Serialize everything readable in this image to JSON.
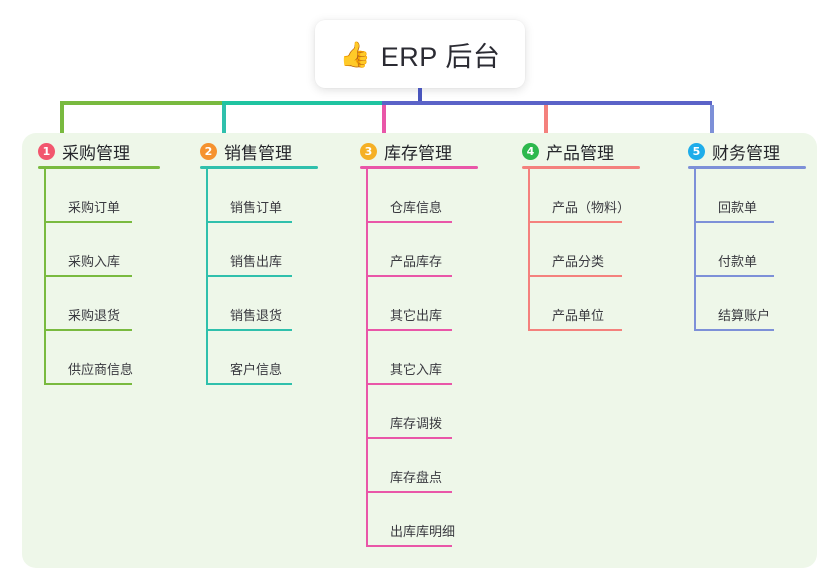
{
  "root": {
    "icon": "thumbs-up-icon",
    "emoji": "👍",
    "title": "ERP 后台"
  },
  "palette": {
    "page_background": "#ffffff",
    "panel_background": "#eef7e9",
    "trunk": "#4a56bd",
    "bus_green": "#79ba3f",
    "bus_teal": "#1fc4a1",
    "bus_blue": "#5b63c8"
  },
  "columns": [
    {
      "number": "1",
      "title": "采购管理",
      "badge_color": "#f2566e",
      "line_color": "#79ba3f",
      "rule_width": 122,
      "leaf_width": 88,
      "items": [
        {
          "label": "采购订单"
        },
        {
          "label": "采购入库"
        },
        {
          "label": "采购退货"
        },
        {
          "label": "供应商信息"
        }
      ]
    },
    {
      "number": "2",
      "title": "销售管理",
      "badge_color": "#f5922f",
      "line_color": "#2fc0ac",
      "rule_width": 118,
      "leaf_width": 86,
      "items": [
        {
          "label": "销售订单"
        },
        {
          "label": "销售出库"
        },
        {
          "label": "销售退货"
        },
        {
          "label": "客户信息"
        }
      ]
    },
    {
      "number": "3",
      "title": "库存管理",
      "badge_color": "#f5b025",
      "line_color": "#e956a8",
      "rule_width": 118,
      "leaf_width": 86,
      "items": [
        {
          "label": "仓库信息"
        },
        {
          "label": "产品库存"
        },
        {
          "label": "其它出库"
        },
        {
          "label": "其它入库"
        },
        {
          "label": "库存调拨"
        },
        {
          "label": "库存盘点"
        },
        {
          "label": "出库库明细"
        }
      ]
    },
    {
      "number": "4",
      "title": "产品管理",
      "badge_color": "#2db84d",
      "line_color": "#f4817d",
      "rule_width": 118,
      "leaf_width": 94,
      "items": [
        {
          "label": "产品（物料）"
        },
        {
          "label": "产品分类"
        },
        {
          "label": "产品单位"
        }
      ]
    },
    {
      "number": "5",
      "title": "财务管理",
      "badge_color": "#1eadea",
      "line_color": "#7d90d8",
      "rule_width": 118,
      "leaf_width": 80,
      "items": [
        {
          "label": "回款单"
        },
        {
          "label": "付款单"
        },
        {
          "label": "结算账户"
        }
      ]
    }
  ]
}
